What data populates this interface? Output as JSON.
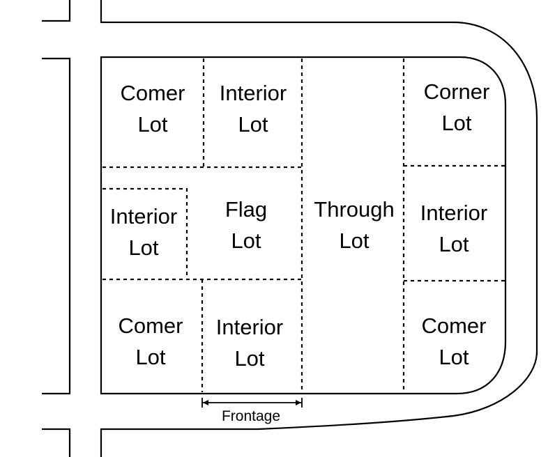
{
  "lots": [
    {
      "key": "nw",
      "line1": "Comer",
      "line2": "Lot"
    },
    {
      "key": "n_interior",
      "line1": "Interior",
      "line2": "Lot"
    },
    {
      "key": "ne",
      "line1": "Corner",
      "line2": "Lot"
    },
    {
      "key": "w_interior",
      "line1": "Interior",
      "line2": "Lot"
    },
    {
      "key": "flag",
      "line1": "Flag",
      "line2": "Lot"
    },
    {
      "key": "through",
      "line1": "Through",
      "line2": "Lot"
    },
    {
      "key": "e_interior",
      "line1": "Interior",
      "line2": "Lot"
    },
    {
      "key": "sw",
      "line1": "Comer",
      "line2": "Lot"
    },
    {
      "key": "s_interior",
      "line1": "Interior",
      "line2": "Lot"
    },
    {
      "key": "se",
      "line1": "Comer",
      "line2": "Lot"
    }
  ],
  "frontage_label": "Frontage"
}
